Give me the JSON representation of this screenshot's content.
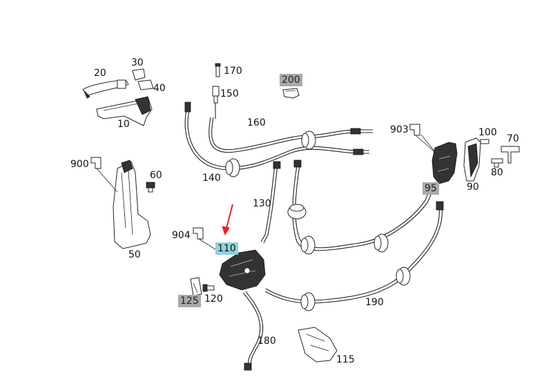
{
  "diagram": {
    "labels": {
      "p10": "10",
      "p20": "20",
      "p30": "30",
      "p40": "40",
      "p50": "50",
      "p60": "60",
      "p70": "70",
      "p80": "80",
      "p90": "90",
      "p95": "95",
      "p100": "100",
      "p110": "110",
      "p115": "115",
      "p120": "120",
      "p125": "125",
      "p130": "130",
      "p140": "140",
      "p150": "150",
      "p160": "160",
      "p170": "170",
      "p180": "180",
      "p190": "190",
      "p200": "200",
      "p900": "900",
      "p903": "903",
      "p904": "904"
    },
    "highlight_colors": {
      "selected": "#8fd3df",
      "muted": "#a9a9a9",
      "arrow": "#e8231f"
    }
  }
}
